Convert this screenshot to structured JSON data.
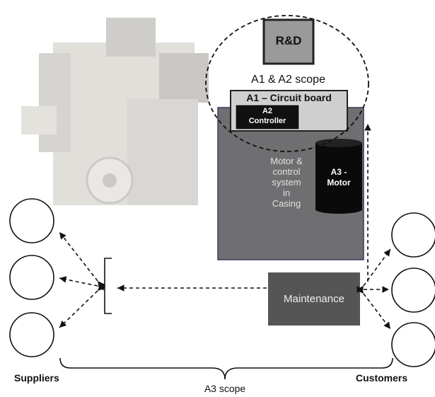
{
  "rd_box": {
    "label": "R&D"
  },
  "scope_a1a2": "A1 & A2 scope",
  "circuit_board": {
    "label": "A1 – Circuit board"
  },
  "controller": {
    "line1": "A2",
    "line2": "Controller"
  },
  "casing": {
    "lines": [
      "Motor &",
      "control",
      "system",
      "in",
      "Casing"
    ]
  },
  "motor": {
    "line1": "A3 -",
    "line2": "Motor"
  },
  "maintenance": {
    "label": "Maintenance"
  },
  "suppliers_label": "Suppliers",
  "customers_label": "Customers",
  "scope_a3": "A3 scope",
  "colors": {
    "casing": "#6f6f72",
    "maintenance": "#555555",
    "rd_fill": "#9a9a9a",
    "motor": "#0a0a0a",
    "controller": "#111111",
    "board_fill": "#cfcfcf",
    "photo_tint": "#bdbab3"
  }
}
